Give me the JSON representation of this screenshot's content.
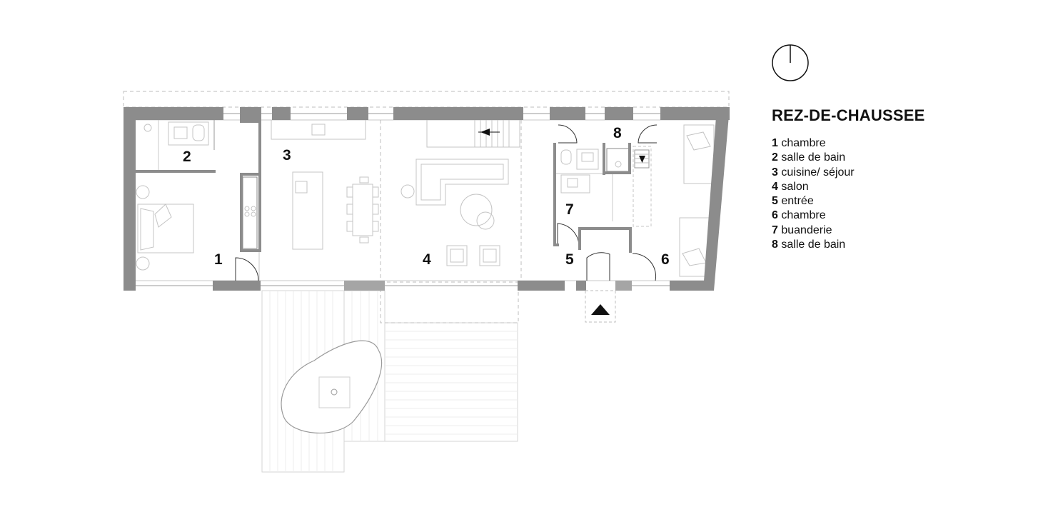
{
  "plan": {
    "title": "REZ-DE-CHAUSSEE",
    "rooms": [
      {
        "num": "1",
        "name": "chambre"
      },
      {
        "num": "2",
        "name": "salle de bain"
      },
      {
        "num": "3",
        "name": "cuisine/ séjour"
      },
      {
        "num": "4",
        "name": "salon"
      },
      {
        "num": "5",
        "name": "entrée"
      },
      {
        "num": "6",
        "name": "chambre"
      },
      {
        "num": "7",
        "name": "buanderie"
      },
      {
        "num": "8",
        "name": "salle de bain"
      }
    ]
  },
  "colors": {
    "wall": "#8c8c8c",
    "line": "#b8b8b8",
    "ink": "#111111"
  },
  "icons": [
    "north-arrow-icon",
    "entrance-arrow-icon",
    "stair-arrow-icon"
  ]
}
